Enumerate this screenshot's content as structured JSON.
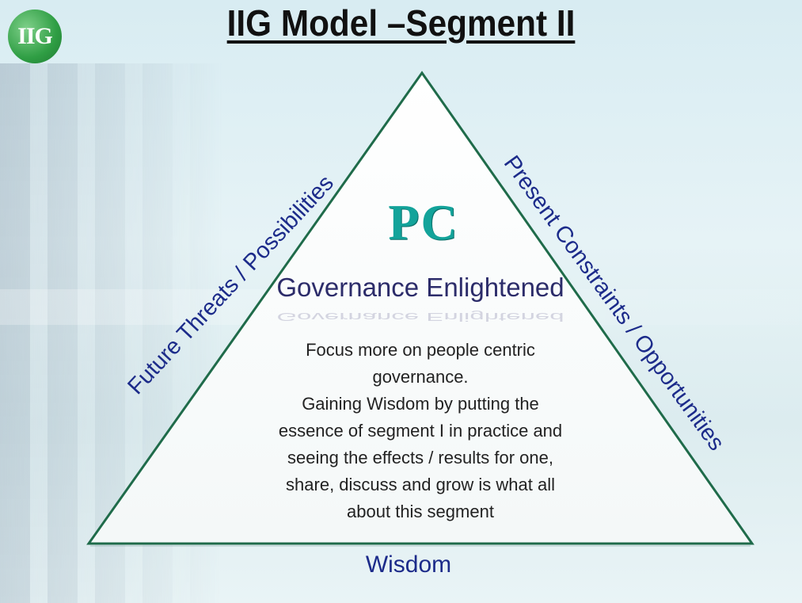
{
  "logo": {
    "text": "IIG"
  },
  "title": "IIG Model –Segment II",
  "triangle": {
    "center_label": "PC",
    "heading": "Governance Enlightened",
    "description_lines": [
      "Focus more on people centric",
      "governance.",
      "Gaining Wisdom by putting the",
      "essence of segment I in practice and",
      "seeing the effects / results for one,",
      "share, discuss and grow is what all",
      "about this segment"
    ],
    "left_side_label": "Future Threats / Possibilities",
    "right_side_label": "Present Constraints / Opportunities",
    "base_label": "Wisdom"
  },
  "colors": {
    "title": "#111111",
    "side_labels": "#1c2b8a",
    "pc_accent": "#13a39a",
    "triangle_border": "#1f6b4a",
    "triangle_fill": "#ffffff"
  }
}
